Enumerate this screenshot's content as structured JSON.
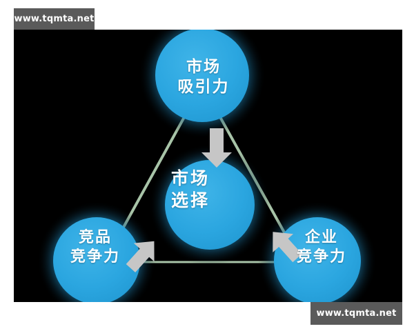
{
  "diagram": {
    "title_text_present": false,
    "background_color": "#000000",
    "page_background": "#ffffff",
    "circle_color": "#29a8e0",
    "circle_glow_color": "#1d78a5",
    "connector_color": "#a8c4a8",
    "arrow_color": "#c6c6c6",
    "nodes": [
      {
        "id": "market-attractiveness",
        "position": "top",
        "line1": "市场",
        "line2": "吸引力"
      },
      {
        "id": "market-selection",
        "position": "center",
        "line1": "市场",
        "line2": "选择"
      },
      {
        "id": "competitor-competitiveness",
        "position": "bottom-left",
        "line1": "竞品",
        "line2": "竞争力"
      },
      {
        "id": "enterprise-competitiveness",
        "position": "bottom-right",
        "line1": "企业",
        "line2": "竞争力"
      }
    ],
    "arrows": [
      {
        "id": "arrow-top-to-center",
        "direction": "down"
      },
      {
        "id": "arrow-left-to-center",
        "direction": "up-right"
      },
      {
        "id": "arrow-right-to-center",
        "direction": "up-left"
      }
    ]
  },
  "watermarks": {
    "top": "www.tqmta.net",
    "bottom": "www.tqmta.net"
  }
}
